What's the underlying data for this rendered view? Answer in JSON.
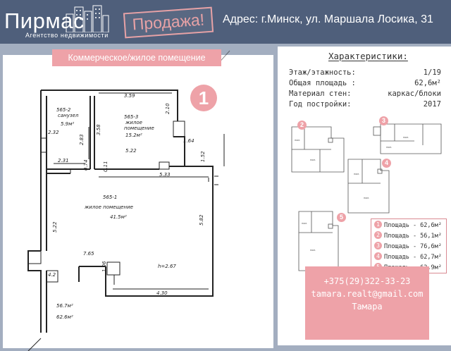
{
  "header": {
    "logo_name": "Пирмас",
    "logo_subtitle": "Агентство недвижимости",
    "sale_label": "Продажа!",
    "address": "Адрес: г.Минск, ул. Маршала Лосика, 31"
  },
  "plan": {
    "title": "Коммерческое/жилое помещение",
    "badge": "1",
    "labels": {
      "dim_359": "3.59",
      "r2_name": "565-2",
      "r2_type": "санузел",
      "r2_area": "5.9м²",
      "r3_name": "565-3",
      "r3_type1": "жилое",
      "r3_type2": "помещение",
      "r3_area": "15.2м²",
      "dim_210": "2.10",
      "dim_232": "2.32",
      "dim_283": "2.83",
      "dim_358": "3.58",
      "dim_164": "1.64",
      "dim_522a": "5.22",
      "dim_152": "1.52",
      "dim_231": "2.31",
      "dim_074": "0.74",
      "dim_011": "0.11",
      "dim_533": "5.33",
      "r1_name": "565-1",
      "r1_type": "жилое помещение",
      "r1_area": "41.5м²",
      "dim_522b": "5.22",
      "dim_582": "5.82",
      "dim_765": "7.65",
      "height": "h=2.67",
      "dim_42": "4.2",
      "dim_106": "1.06",
      "dim_430": "4.30",
      "total1": "56.7м²",
      "total2": "62.6м²"
    }
  },
  "characteristics": {
    "title": "Характеристики:",
    "rows": [
      {
        "label": "Этаж/этажность:",
        "value": "1/19"
      },
      {
        "label": "Общая площадь :",
        "value": "62,6м²"
      },
      {
        "label": "Материал стен:",
        "value": "каркас/блоки"
      },
      {
        "label": "Год постройки:",
        "value": "2017"
      }
    ]
  },
  "thumb_badges": [
    "2",
    "3",
    "4",
    "5"
  ],
  "areas": [
    {
      "num": "1",
      "text": "Площадь - 62,6м²"
    },
    {
      "num": "2",
      "text": "Площадь - 56,1м²"
    },
    {
      "num": "3",
      "text": "Площадь - 76,6м²"
    },
    {
      "num": "4",
      "text": "Площадь - 62,7м²"
    },
    {
      "num": "5",
      "text": "Площадь - 62,9м²"
    }
  ],
  "contact": {
    "phone": "+375(29)322-33-23",
    "email": "tamara.realt@gmail.com",
    "name": "Тамара"
  },
  "colors": {
    "header_bg": "#4f5f7b",
    "body_bg": "#a3aec0",
    "accent_pink": "#eea2a8"
  }
}
